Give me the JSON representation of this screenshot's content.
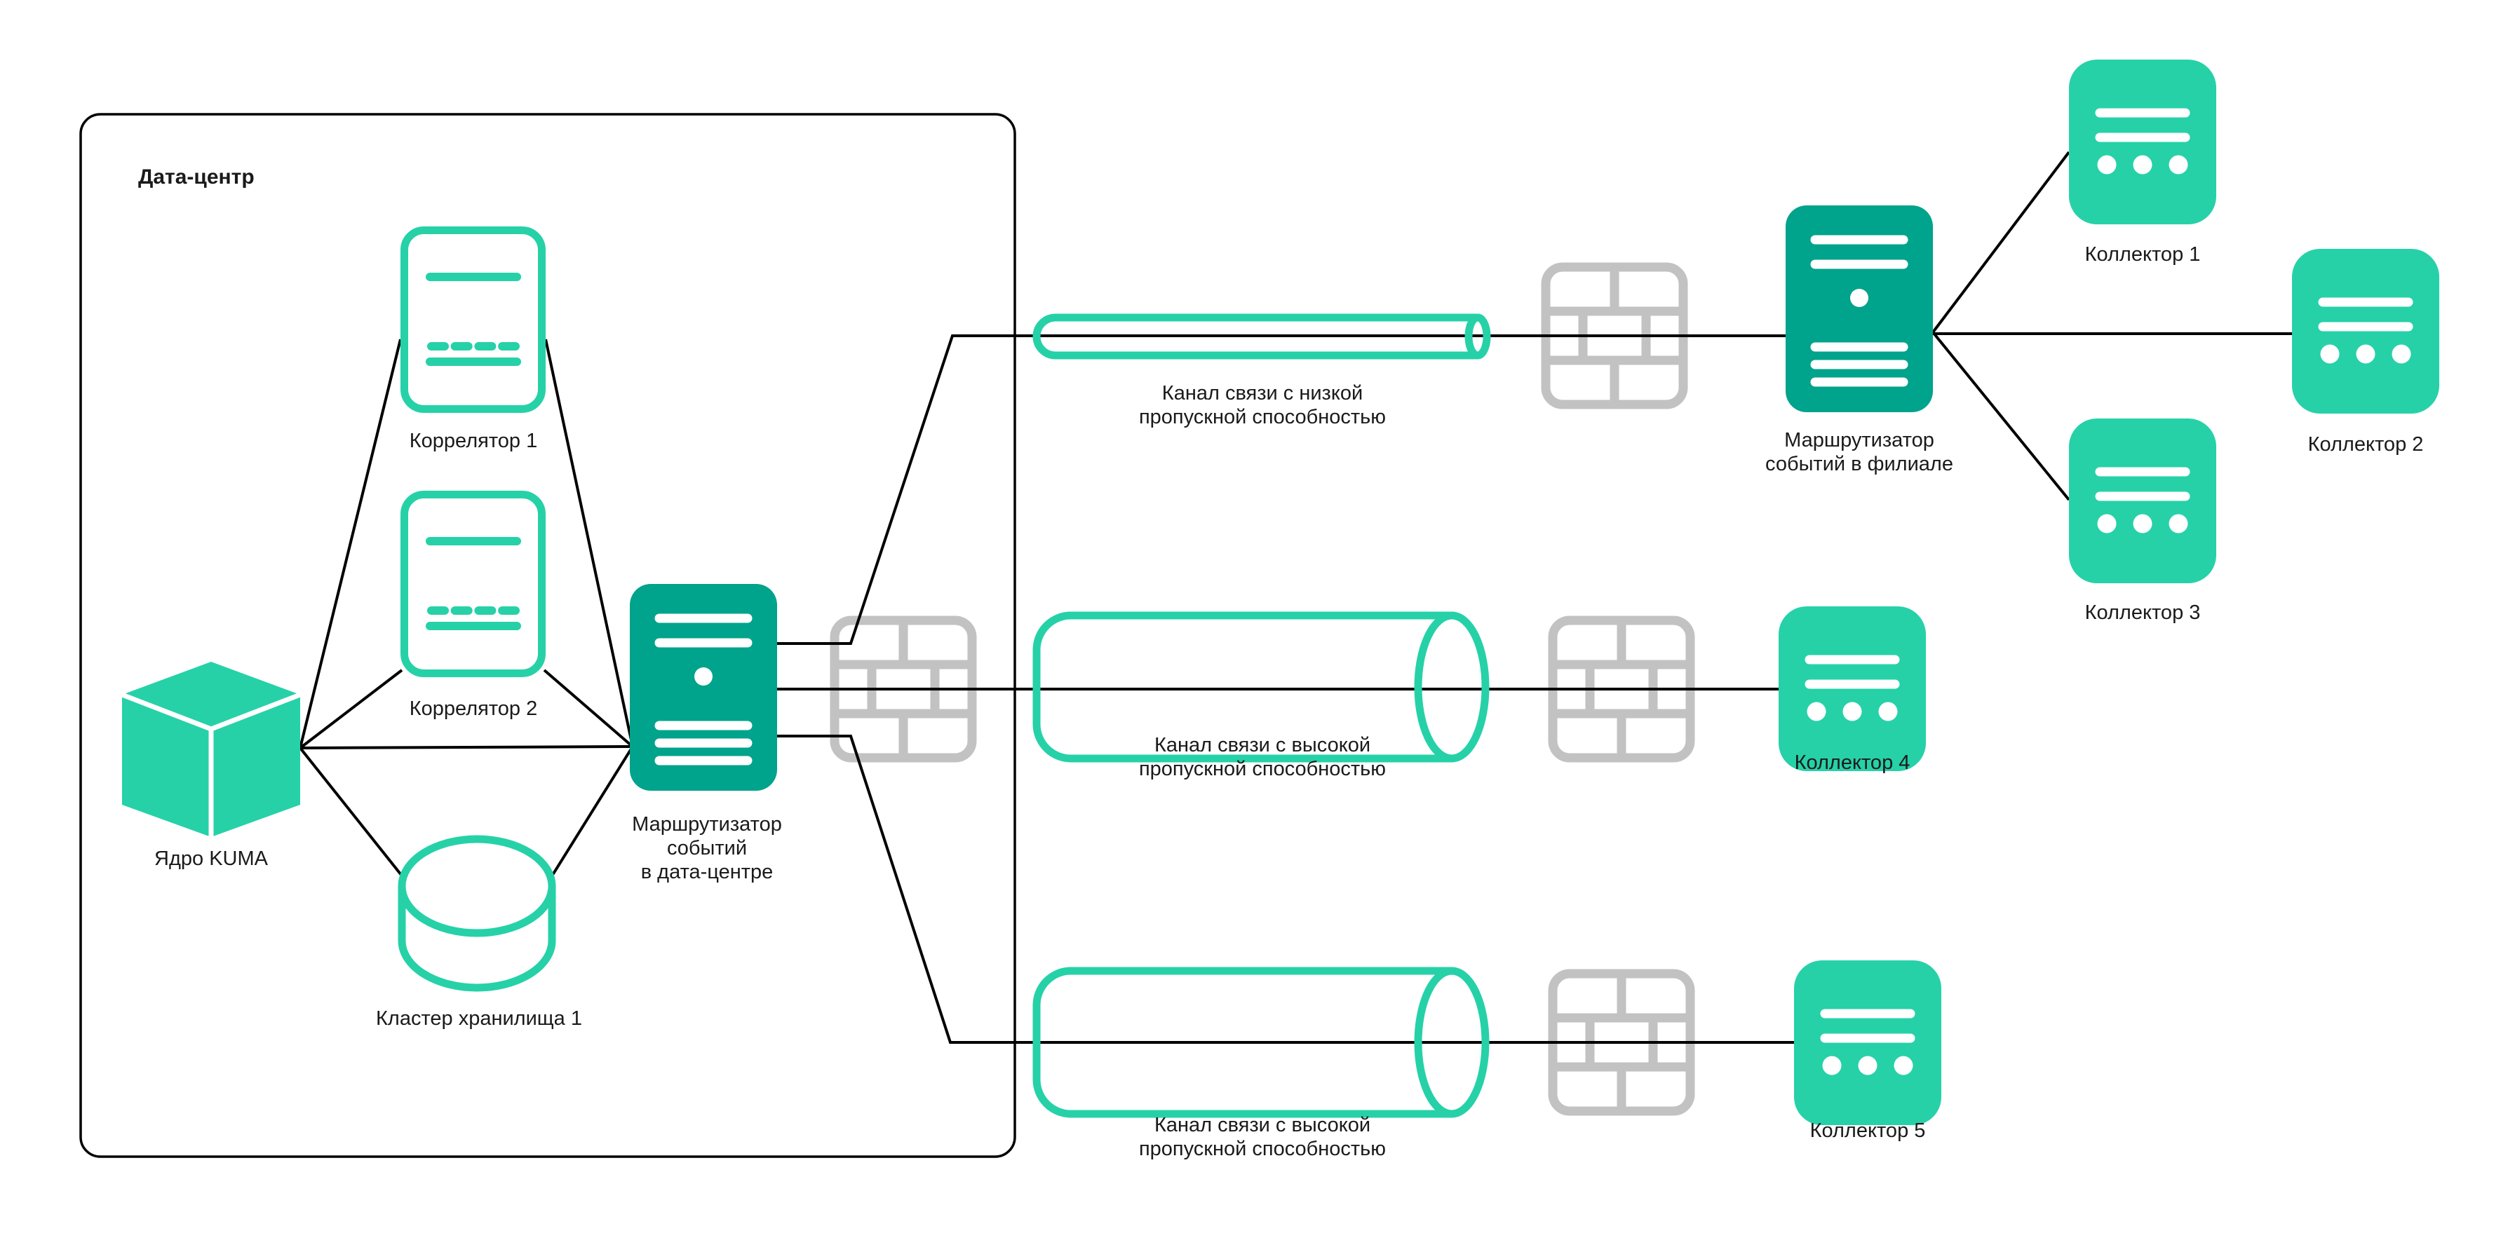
{
  "diagram": {
    "title": "Дата-центр",
    "colors": {
      "teal": "#26D1A8",
      "dark_teal": "#00A38B",
      "firewall_gray": "#C2C2C2",
      "line_black": "#000000",
      "text": "#1A1A1A",
      "background": "#FFFFFF"
    },
    "datacenter": {
      "label": "Дата-центр",
      "nodes": {
        "kuma_core": {
          "label": "Ядро KUMA",
          "icon": "cube-icon"
        },
        "correlator1": {
          "label": "Коррелятор 1",
          "icon": "correlator-document-icon"
        },
        "correlator2": {
          "label": "Коррелятор 2",
          "icon": "correlator-document-icon"
        },
        "storage_cluster1": {
          "label": "Кластер хранилища 1",
          "icon": "database-cylinder-icon"
        },
        "dc_event_router": {
          "label_lines": [
            "Маршрутизатор",
            "событий",
            "в дата-центре"
          ],
          "icon": "server-router-icon"
        }
      }
    },
    "branch": {
      "event_router": {
        "label_lines": [
          "Маршрутизатор",
          "событий в филиале"
        ],
        "icon": "server-router-icon"
      },
      "collectors": [
        {
          "label": "Коллектор 1",
          "icon": "collector-document-icon"
        },
        {
          "label": "Коллектор 2",
          "icon": "collector-document-icon"
        },
        {
          "label": "Коллектор 3",
          "icon": "collector-document-icon"
        },
        {
          "label": "Коллектор 4",
          "icon": "collector-document-icon"
        },
        {
          "label": "Коллектор 5",
          "icon": "collector-document-icon"
        }
      ]
    },
    "channels": [
      {
        "id": "low-bandwidth",
        "label_lines": [
          "Канал связи с низкой",
          "пропускной способностью"
        ],
        "thickness": "thin"
      },
      {
        "id": "high-bandwidth-1",
        "label_lines": [
          "Канал связи с высокой",
          "пропускной способностью"
        ],
        "thickness": "thick"
      },
      {
        "id": "high-bandwidth-2",
        "label_lines": [
          "Канал связи с высокой",
          "пропускной способностью"
        ],
        "thickness": "thick"
      }
    ],
    "firewalls": {
      "icon": "firewall-icon",
      "count": 4
    }
  }
}
